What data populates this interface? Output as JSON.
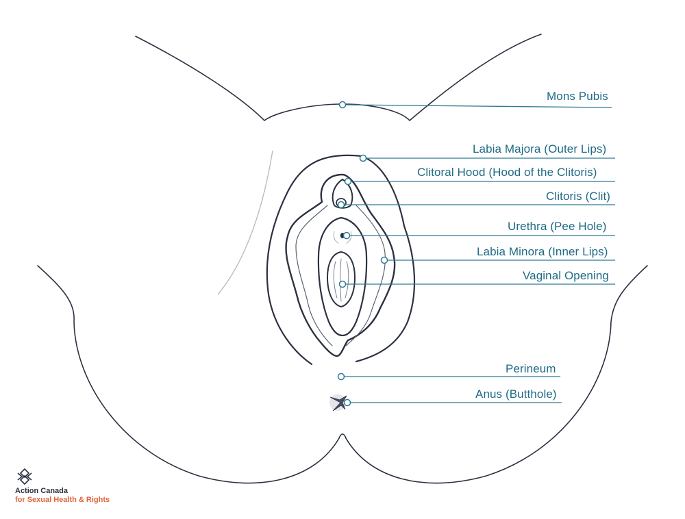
{
  "labels": {
    "mons_pubis": "Mons Pubis",
    "labia_majora": "Labia Majora (Outer Lips)",
    "clitoral_hood": "Clitoral Hood (Hood of the Clitoris)",
    "clitoris": "Clitoris (Clit)",
    "urethra": "Urethra (Pee Hole)",
    "labia_minora": "Labia Minora (Inner Lips)",
    "vaginal_opening": "Vaginal Opening",
    "perineum": "Perineum",
    "anus": "Anus (Butthole)"
  },
  "logo": {
    "line1": "Action Canada",
    "line2": "for Sexual Health & Rights"
  },
  "colors": {
    "outline": "#2b3140",
    "label": "#1f6a85",
    "leader_line": "#2f7a92",
    "logo_accent": "#e0643c",
    "logo_dark": "#2b3140"
  },
  "icons": {
    "marker": "hollow-circle-marker-icon",
    "logo": "knot-logo-icon"
  }
}
